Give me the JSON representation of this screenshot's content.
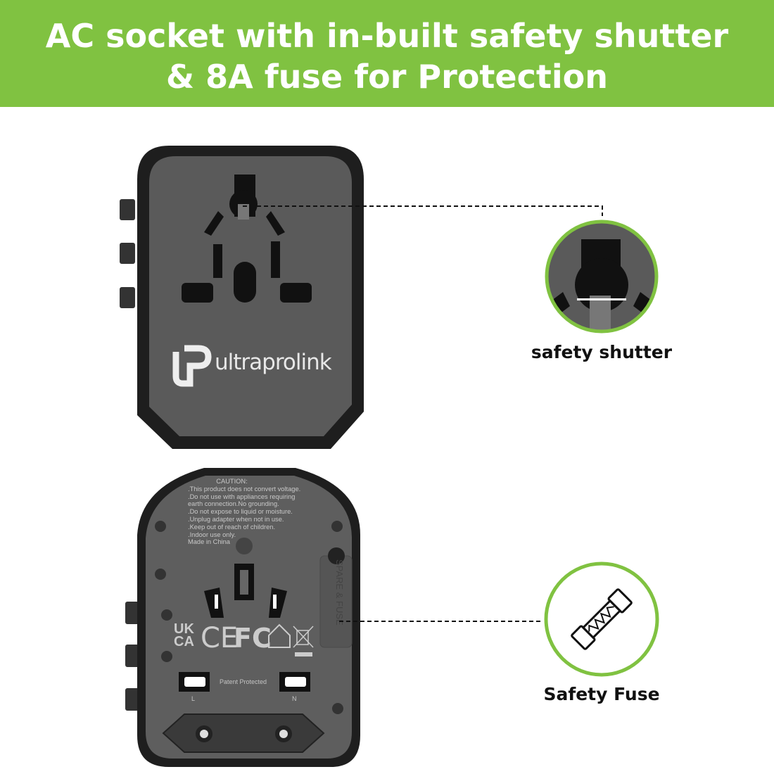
{
  "banner": {
    "line1": "AC socket with in-built safety shutter",
    "line2": "& 8A fuse for Protection",
    "color": "#80c241"
  },
  "brand": {
    "name": "ultraprolink"
  },
  "callouts": [
    {
      "label": "safety shutter",
      "icon": "shutter-closeup"
    },
    {
      "label": "Safety Fuse",
      "icon": "fuse-icon"
    }
  ],
  "caution": {
    "title": "CAUTION:",
    "lines": [
      ".This product does not convert voltage.",
      ".Do not use with appliances requiring",
      "earth connection.No grounding.",
      ".Do not expose to liquid or moisture.",
      ".Unplug adapter when not in use.",
      ".Keep out of reach of children.",
      ".Indoor use only.",
      "Made in China"
    ]
  },
  "back": {
    "patent": "Patent Protected",
    "pin_l": "L",
    "pin_n": "N",
    "fuse_cover": "SPARE & FUSE",
    "marks": [
      "UKCA",
      "CE",
      "FC",
      "indoor-house-icon",
      "weee-bin-icon"
    ]
  }
}
